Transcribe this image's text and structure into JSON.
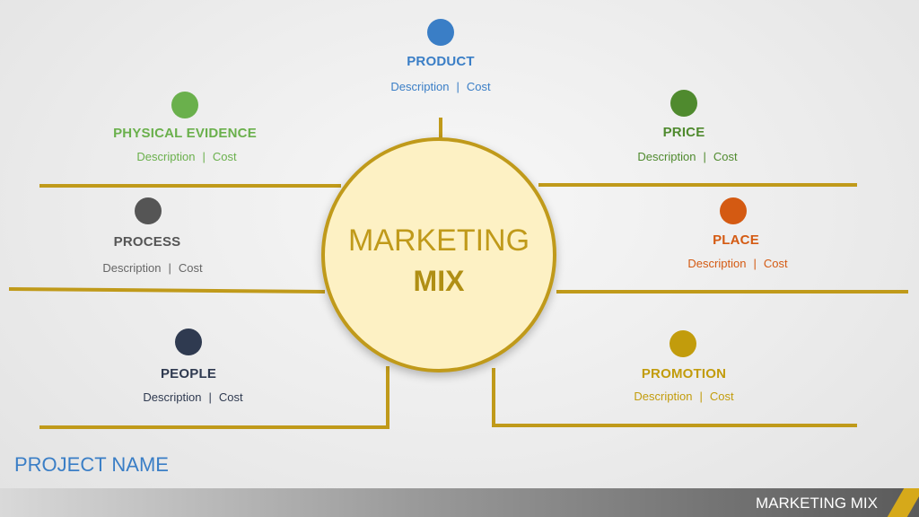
{
  "hub": {
    "line1": "MARKETING",
    "line2": "MIX"
  },
  "items": [
    {
      "id": "product",
      "title": "PRODUCT",
      "description": "Description",
      "cost": "Cost",
      "color": "#3a7ec6"
    },
    {
      "id": "price",
      "title": "PRICE",
      "description": "Description",
      "cost": "Cost",
      "color": "#4f8a2e"
    },
    {
      "id": "place",
      "title": "PLACE",
      "description": "Description",
      "cost": "Cost",
      "color": "#d45a12"
    },
    {
      "id": "promotion",
      "title": "PROMOTION",
      "description": "Description",
      "cost": "Cost",
      "color": "#c29c0c"
    },
    {
      "id": "people",
      "title": "PEOPLE",
      "description": "Description",
      "cost": "Cost",
      "color": "#2f3a50"
    },
    {
      "id": "process",
      "title": "PROCESS",
      "description": "Description",
      "cost": "Cost",
      "color": "#555555"
    },
    {
      "id": "physical-evidence",
      "title": "PHYSICAL EVIDENCE",
      "description": "Description",
      "cost": "Cost",
      "color": "#6ab04c"
    }
  ],
  "separator": "|",
  "project_name": "PROJECT NAME",
  "footer_title": "MARKETING MIX",
  "colors": {
    "connector": "#c09a1a",
    "hub_fill": "#fdf1c4",
    "project": "#3a7ec6"
  }
}
